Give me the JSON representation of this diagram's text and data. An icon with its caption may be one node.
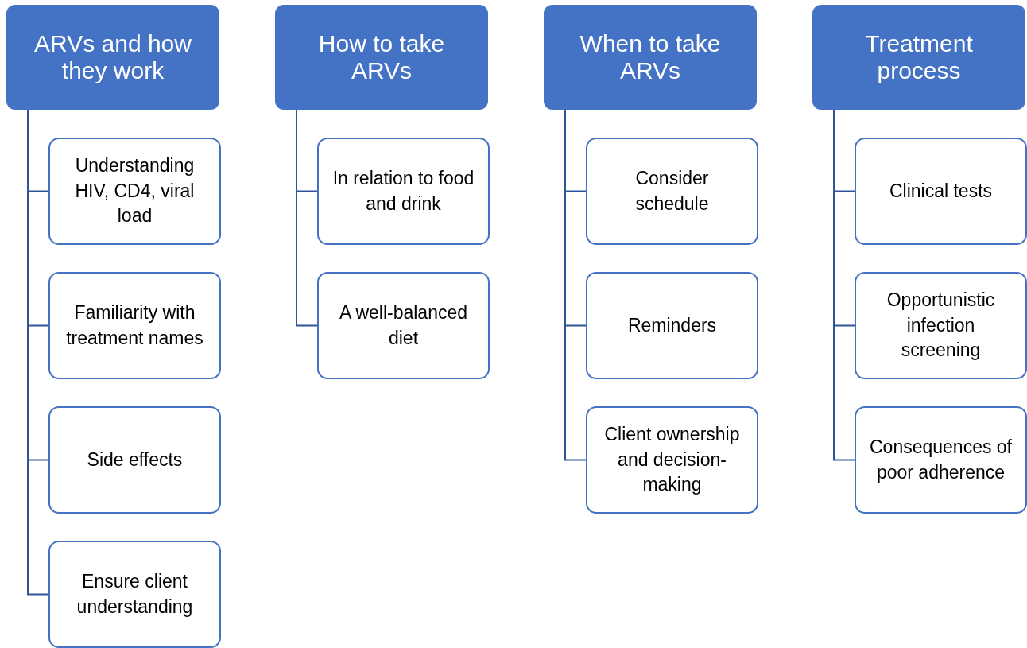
{
  "diagram": {
    "nodes": [
      {
        "text": [
          "ARVs and how they work"
        ]
      },
      {
        "text": [
          "Understanding HIV, CD4, viral load"
        ]
      },
      {
        "text": [
          "Familiarity with treatment names"
        ]
      },
      {
        "text": [
          "Side effects"
        ]
      },
      {
        "text": [
          "Ensure client understanding"
        ]
      },
      {
        "text": [
          "How to take ARVs"
        ]
      },
      {
        "text": [
          "In relation to food and drink"
        ]
      },
      {
        "text": [
          "A well-balanced diet"
        ]
      },
      {
        "text": [
          "When to take ARVs"
        ]
      },
      {
        "text": [
          "Consider schedule"
        ]
      },
      {
        "text": [
          "Reminders"
        ]
      },
      {
        "text": [
          "Client ownership and decision-making"
        ]
      },
      {
        "text": [
          "Treatment process"
        ]
      },
      {
        "text": [
          "Clinical tests"
        ]
      },
      {
        "text": [
          "Opportunistic infection screening"
        ]
      },
      {
        "text": [
          "Consequences of poor adherence"
        ]
      }
    ],
    "edges": [
      {
        "from": 0,
        "to": 1,
        "arrow": "none"
      },
      {
        "from": 0,
        "to": 2,
        "arrow": "none"
      },
      {
        "from": 0,
        "to": 3,
        "arrow": "none"
      },
      {
        "from": 0,
        "to": 4,
        "arrow": "none"
      },
      {
        "from": 5,
        "to": 6,
        "arrow": "none"
      },
      {
        "from": 5,
        "to": 7,
        "arrow": "none"
      },
      {
        "from": 8,
        "to": 9,
        "arrow": "none"
      },
      {
        "from": 8,
        "to": 10,
        "arrow": "none"
      },
      {
        "from": 8,
        "to": 11,
        "arrow": "none"
      },
      {
        "from": 12,
        "to": 13,
        "arrow": "none"
      },
      {
        "from": 12,
        "to": 14,
        "arrow": "none"
      },
      {
        "from": 12,
        "to": 15,
        "arrow": "none"
      }
    ]
  }
}
